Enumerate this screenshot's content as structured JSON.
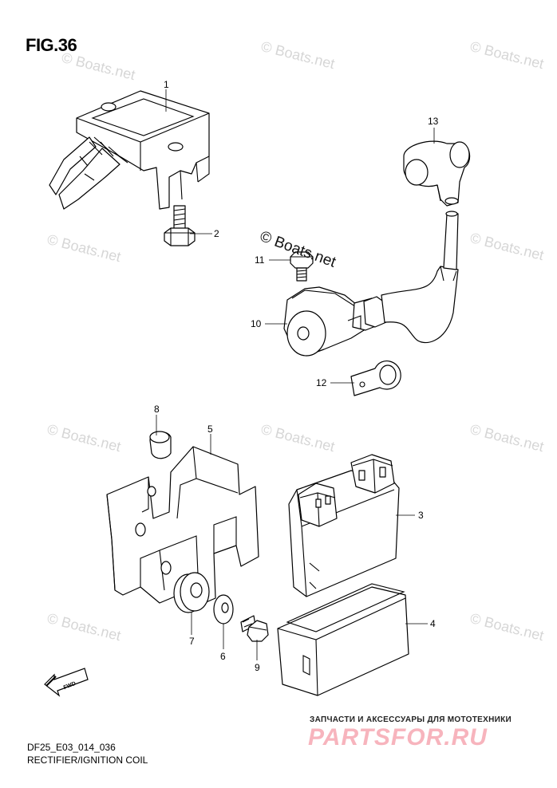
{
  "figure": {
    "title": "FIG.36"
  },
  "callouts": [
    {
      "id": "c1",
      "label": "1"
    },
    {
      "id": "c2",
      "label": "2"
    },
    {
      "id": "c3",
      "label": "3"
    },
    {
      "id": "c4",
      "label": "4"
    },
    {
      "id": "c5",
      "label": "5"
    },
    {
      "id": "c6",
      "label": "6"
    },
    {
      "id": "c7",
      "label": "7"
    },
    {
      "id": "c8",
      "label": "8"
    },
    {
      "id": "c9",
      "label": "9"
    },
    {
      "id": "c10",
      "label": "10"
    },
    {
      "id": "c11",
      "label": "11"
    },
    {
      "id": "c12",
      "label": "12"
    },
    {
      "id": "c13",
      "label": "13"
    }
  ],
  "footer": {
    "code": "DF25_E03_014_036",
    "caption": "RECTIFIER/IGNITION COIL"
  },
  "watermark": {
    "text": "© Boats.net"
  },
  "fwd_label": "FWD",
  "branding": {
    "tagline": "ЗАПЧАСТИ И АКСЕССУАРЫ ДЛЯ МОТОТЕХНИКИ",
    "logo": "PARTSFOR.RU"
  }
}
